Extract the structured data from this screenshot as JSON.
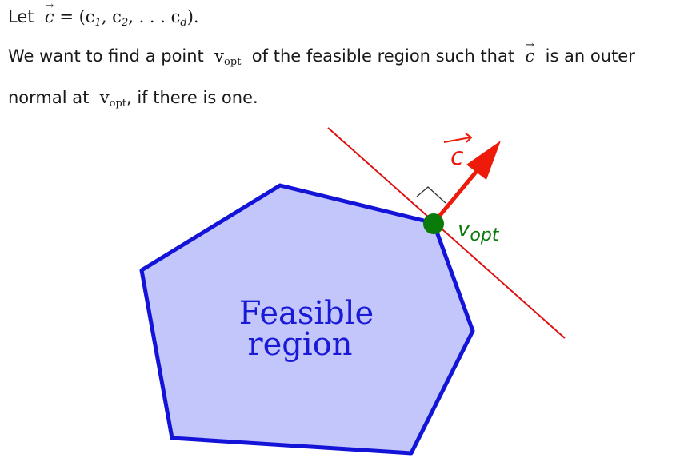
{
  "text": {
    "line1_prefix": "Let",
    "line1_math": "= (c",
    "line1_c1_sub": "1",
    "line1_sep1": ", c",
    "line1_c2_sub": "2",
    "line1_sep2": ", . . . c",
    "line1_cd_sub": "d",
    "line1_end": ").",
    "line2_a": "We want to find a point",
    "v_symbol": "v",
    "opt_sub": "opt",
    "line2_b": "of the feasible region such that",
    "c_symbol": "c",
    "line2_c": "is an outer",
    "line3_a": "normal at",
    "line3_b": ", if there is one."
  },
  "diagram": {
    "region_label_line1": "Feasible",
    "region_label_line2": "region",
    "vector_label": "c",
    "vertex_label": "v",
    "vertex_label_sub": "opt",
    "colors": {
      "region_fill": "#c2c6fb",
      "region_stroke": "#1414d8",
      "region_text": "#1a1ad6",
      "normal_vector": "#ee1a0a",
      "supporting_line": "#dd1111",
      "vertex_dot": "#0a7a0a",
      "vertex_text": "#0a7a0a"
    }
  }
}
